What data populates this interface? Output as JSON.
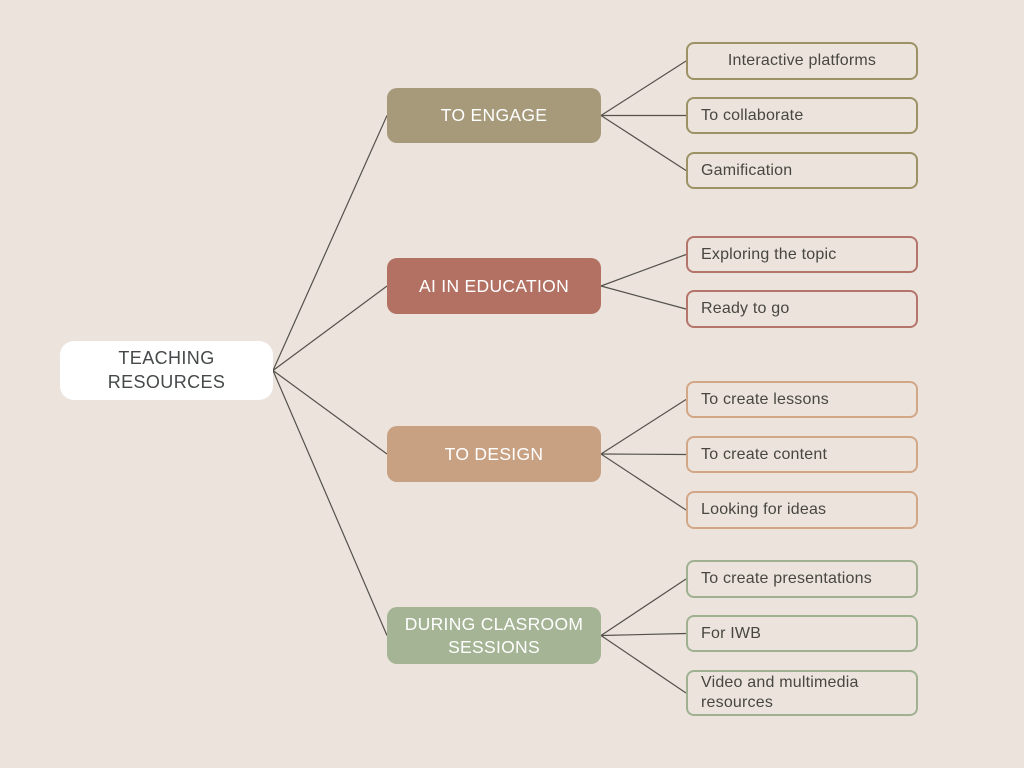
{
  "canvas": {
    "background": "#ece3dd",
    "line_color": "#54514b"
  },
  "mindmap": {
    "child_text_color": "#47473f",
    "root": {
      "label": "TEACHING RESOURCES",
      "fill": "#ffffff",
      "text_color": "#45494a"
    },
    "branches": [
      {
        "label": "TO ENGAGE",
        "fill": "#a69a7b",
        "text_color": "#ffffff",
        "children": [
          {
            "label": "Interactive platforms",
            "border": "#9c9265",
            "align": "center"
          },
          {
            "label": "To collaborate",
            "border": "#9c9265",
            "align": "left"
          },
          {
            "label": "Gamification",
            "border": "#9c9265",
            "align": "left"
          }
        ]
      },
      {
        "label": "AI IN EDUCATION",
        "fill": "#b37164",
        "text_color": "#ffffff",
        "children": [
          {
            "label": "Exploring the topic",
            "border": "#b4756b",
            "align": "left"
          },
          {
            "label": "Ready to go",
            "border": "#b4756b",
            "align": "left"
          }
        ]
      },
      {
        "label": "TO DESIGN",
        "fill": "#c8a183",
        "text_color": "#ffffff",
        "children": [
          {
            "label": "To create lessons",
            "border": "#d2a787",
            "align": "left"
          },
          {
            "label": "To create content",
            "border": "#d2a787",
            "align": "left"
          },
          {
            "label": "Looking for ideas",
            "border": "#d2a787",
            "align": "left"
          }
        ]
      },
      {
        "label": "DURING CLASROOM SESSIONS",
        "fill": "#a4b495",
        "text_color": "#ffffff",
        "children": [
          {
            "label": "To create presentations",
            "border": "#9fb190",
            "align": "left"
          },
          {
            "label": "For IWB",
            "border": "#9fb190",
            "align": "left"
          },
          {
            "label": "Video and multimedia resources",
            "border": "#9fb190",
            "align": "left"
          }
        ]
      }
    ]
  }
}
